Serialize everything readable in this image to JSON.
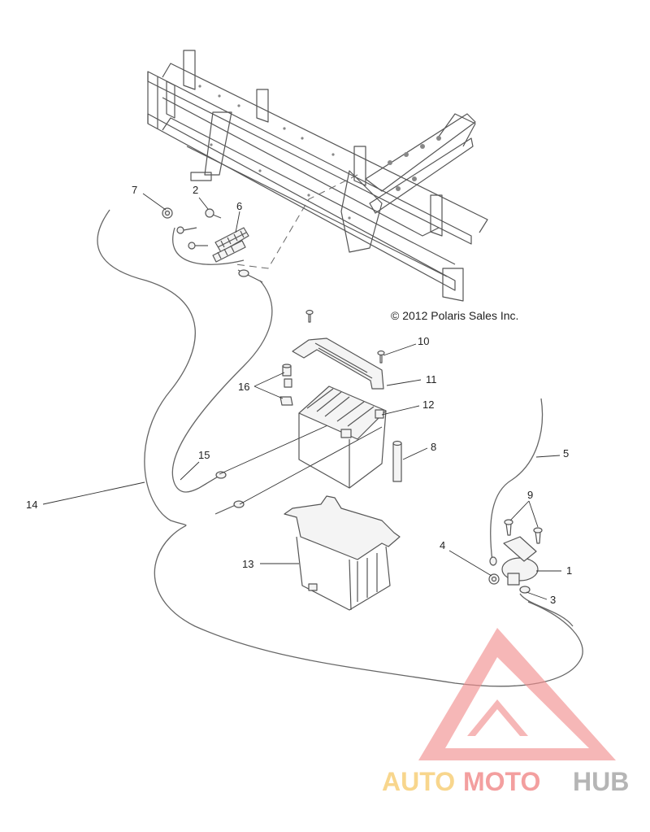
{
  "copyright": "© 2012 Polaris Sales Inc.",
  "callouts": {
    "c1": "1",
    "c2": "2",
    "c3": "3",
    "c4": "4",
    "c5": "5",
    "c6": "6",
    "c7": "7",
    "c8": "8",
    "c9": "9",
    "c10": "10",
    "c11": "11",
    "c12": "12",
    "c13": "13",
    "c14": "14",
    "c15": "15",
    "c16": "16"
  },
  "watermark": {
    "part1": "AUTO",
    "part2": "MOTO",
    "part3": "HUB",
    "colors": {
      "auto": "#f7d07a",
      "moto": "#f28f8f",
      "hub": "#a9a9a9",
      "triangle": "#f28f8f"
    }
  }
}
